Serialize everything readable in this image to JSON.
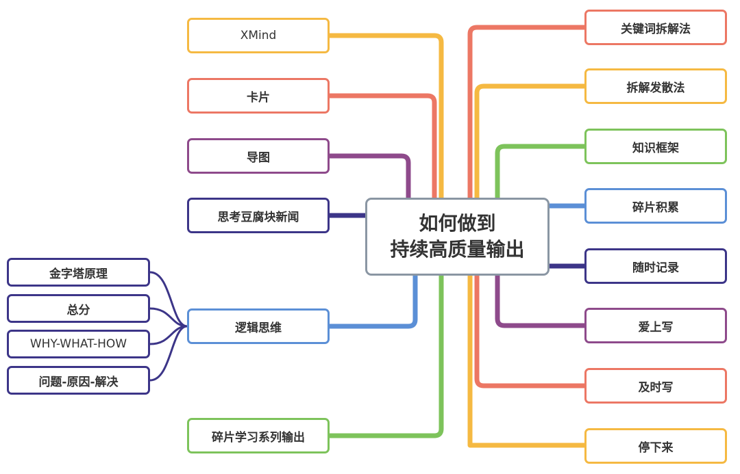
{
  "center": {
    "line1": "如何做到",
    "line2": "持续高质量输出"
  },
  "left_branches": [
    {
      "label": "XMind",
      "color": "#f5b942"
    },
    {
      "label": "卡片",
      "color": "#ec7764"
    },
    {
      "label": "导图",
      "color": "#8e4a8b"
    },
    {
      "label": "思考豆腐块新闻",
      "color": "#3c3588"
    },
    {
      "label": "逻辑思维",
      "color": "#5b8fd6",
      "children": [
        {
          "label": "金字塔原理"
        },
        {
          "label": "总分"
        },
        {
          "label": "WHY-WHAT-HOW"
        },
        {
          "label": "问题-原因-解决"
        }
      ],
      "children_color": "#3c3588"
    },
    {
      "label": "碎片学习系列输出",
      "color": "#7dc35b"
    }
  ],
  "right_branches": [
    {
      "label": "关键词拆解法",
      "color": "#ec7764"
    },
    {
      "label": "拆解发散法",
      "color": "#f5b942"
    },
    {
      "label": "知识框架",
      "color": "#7dc35b"
    },
    {
      "label": "碎片积累",
      "color": "#5b8fd6"
    },
    {
      "label": "随时记录",
      "color": "#3c3588"
    },
    {
      "label": "爱上写",
      "color": "#8e4a8b"
    },
    {
      "label": "及时写",
      "color": "#ec7764"
    },
    {
      "label": "停下来",
      "color": "#f5b942"
    }
  ]
}
